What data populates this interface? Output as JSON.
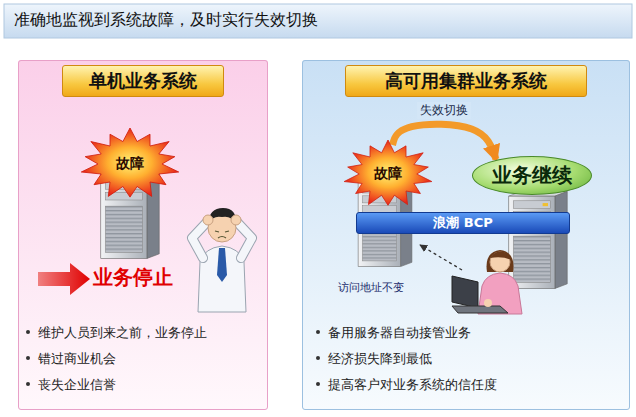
{
  "diagram": {
    "title": "准确地监视到系统故障，及时实行失效切换",
    "nodes": [
      {
        "text": [
          "单机业务系统"
        ]
      },
      {
        "text": [
          "故障"
        ],
        "in": 0
      },
      {
        "text": [
          "高可用集群业务系统"
        ]
      },
      {
        "text": [
          "故障"
        ],
        "in": 2
      },
      {
        "text": [
          "业务继续"
        ],
        "in": 2
      },
      {
        "text": [
          "浪潮 BCP"
        ],
        "in": 2
      }
    ],
    "edges": [
      {
        "from": 3,
        "to": 4,
        "arrow": "to",
        "label": "失效切换"
      }
    ],
    "labels": [
      "业务停止",
      "维护人员到来之前，业务停止",
      "错过商业机会",
      "丧失企业信誉",
      "访问地址不变",
      "备用服务器自动接管业务",
      "经济损失降到最低",
      "提高客户对业务系统的信任度"
    ]
  }
}
